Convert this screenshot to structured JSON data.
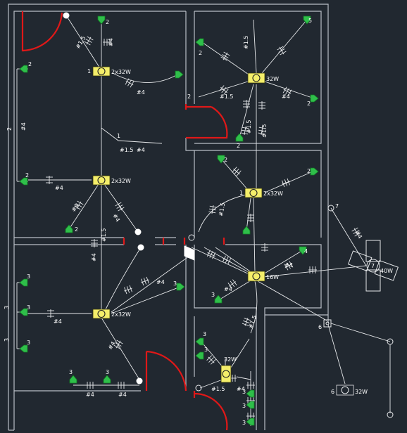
{
  "labels": {
    "lamp_2x32w": "2x32W",
    "lamp_32w": "32W",
    "lamp_16w": "16W",
    "fan_40w": "40W",
    "wire_1_5": "#1.5",
    "wire_4": "#4",
    "circuit_1": "1",
    "circuit_2": "2",
    "circuit_3": "3",
    "circuit_4": "4",
    "circuit_5": "5",
    "circuit_6": "6",
    "circuit_7": "7"
  },
  "colors": {
    "background": "#212830",
    "wall": "#b9bec6",
    "door": "#e01818",
    "fixture": "#f4ee6a",
    "switch": "#2fbf4a",
    "wire": "#e6e8ea"
  }
}
